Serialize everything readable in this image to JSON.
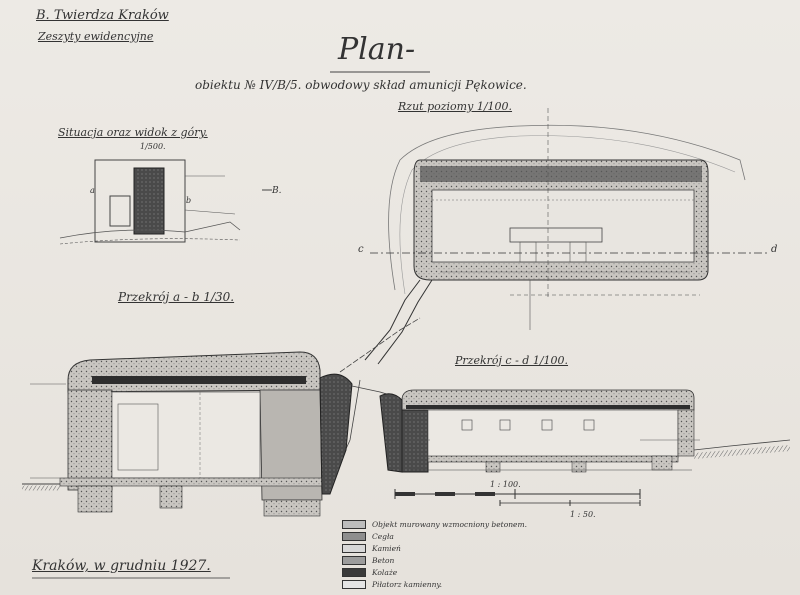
{
  "header": {
    "line1": "B. Twierdza Kraków",
    "line2": "Zeszyty ewidencyjne"
  },
  "title": "Plan-",
  "subtitle": "obiektu № IV/B/5. obwodowy skład amunicji Pękowice.",
  "views": {
    "plan": "Rzut poziomy 1/100.",
    "situation": "Situacja oraz widok z góry.",
    "situation_scale": "1/500.",
    "section_ab": "Przekrój a - b 1/30.",
    "section_cd": "Przekrój c - d 1/100."
  },
  "markers": {
    "c": "c",
    "d": "d",
    "a": "a",
    "b": "b",
    "side": "B."
  },
  "scales": {
    "scale1": "1 : 100.",
    "scale2": "1 : 50."
  },
  "legend": [
    {
      "label": "Objekt murowany wzmocniony betonem.",
      "color": "#bdbdbd"
    },
    {
      "label": "Cegła",
      "color": "#8e8e8e"
    },
    {
      "label": "Kamień",
      "color": "#d8d8d8"
    },
    {
      "label": "Beton",
      "color": "#9c9c9c"
    },
    {
      "label": "Kolaże",
      "color": "#3a3a3a"
    },
    {
      "label": "Piłatorz kamienny.",
      "color": "#e4e4e4"
    }
  ],
  "footer": {
    "place_date": "Kraków, w grudniu 1927."
  }
}
